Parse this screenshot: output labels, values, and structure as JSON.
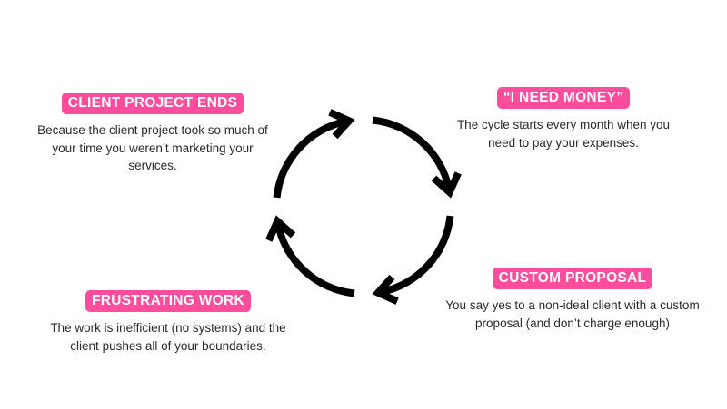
{
  "colors": {
    "badge": "#ff4d9d",
    "text": "#2a2a2a",
    "arrows": "#000000"
  },
  "steps": [
    {
      "title": "CLIENT PROJECT ENDS",
      "description": "Because the client project took so much of your time you weren’t marketing your services."
    },
    {
      "title": "“I NEED MONEY”",
      "description": "The cycle starts every month when you need to pay your expenses."
    },
    {
      "title": "CUSTOM PROPOSAL",
      "description": "You say yes to a non-ideal client with a custom proposal (and don’t charge enough)"
    },
    {
      "title": "FRUSTRATING WORK",
      "description": "The work is inefficient (no systems) and the client pushes all of your boundaries."
    }
  ],
  "cycle": {
    "arrow_count": 4,
    "direction": "clockwise",
    "icon": "cycle-arrows-icon"
  }
}
